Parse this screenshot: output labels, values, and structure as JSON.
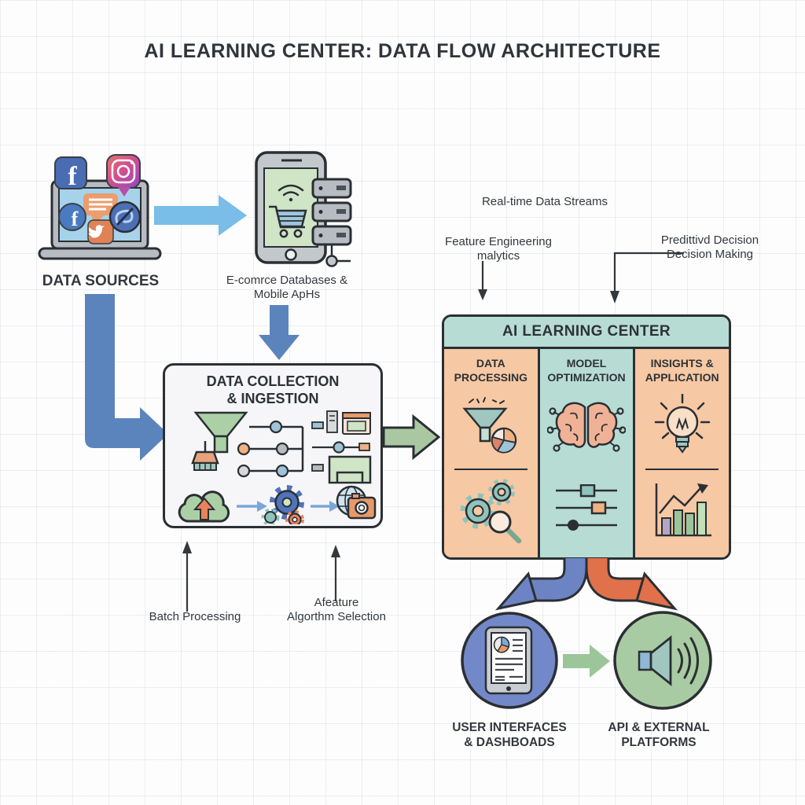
{
  "title": "AI LEARNING CENTER: DATA FLOW ARCHITECTURE",
  "sources": {
    "label": "DATA SOURCES"
  },
  "ecommerce": {
    "line1": "E-comrce Databases &",
    "line2": "Mobile ApHs"
  },
  "collection": {
    "line1": "DATA COLLECTION",
    "line2": "& INGESTION"
  },
  "annotations": {
    "realtime": "Real-time Data Streams",
    "feature_line1": "Feature Engineering",
    "feature_line2": "malytics",
    "predictive_line1": "Predittivd Decision",
    "predictive_line2": "Decision Making",
    "batch": "Batch Processing",
    "algo_line1": "Afeature",
    "algo_line2": "Algorthm Selection"
  },
  "ai_center": {
    "title": "AI LEARNING CENTER",
    "columns": [
      {
        "line1": "DATA",
        "line2": "PROCESSING"
      },
      {
        "line1": "MODEL",
        "line2": "OPTIMIZATION"
      },
      {
        "line1": "INSIGHTS &",
        "line2": "APPLICATION"
      }
    ]
  },
  "outputs": {
    "ui_line1": "USER INTERFACES",
    "ui_line2": "& DASHBOADS",
    "api_line1": "API & EXTERNAL",
    "api_line2": "PLATFORMS"
  },
  "icons": {
    "facebook_letter": "f",
    "names": [
      "laptop-icon",
      "facebook-icon",
      "instagram-icon",
      "chat-bubble-icon",
      "twitter-icon",
      "messenger-icon",
      "smartphone-icon",
      "shopping-cart-icon",
      "wifi-icon",
      "server-stack-icon",
      "funnel-icon",
      "broom-icon",
      "flow-nodes-icon",
      "data-widgets-icon",
      "cloud-upload-icon",
      "gears-icon",
      "globe-camera-icon",
      "funnel-pie-icon",
      "brain-network-icon",
      "lightbulb-icon",
      "gears-magnifier-icon",
      "sliders-icon",
      "bar-chart-icon",
      "dashboard-tablet-icon",
      "speaker-icon"
    ]
  },
  "colors": {
    "outline": "#2b2f33",
    "peach": "#f6c8a4",
    "teal": "#b7dcd4",
    "light_blue_arrow": "#79bde8",
    "steel_blue_arrow": "#5b84bd",
    "green_arrow": "#a9c7a1",
    "blue_circle": "#7288c9",
    "green_circle": "#a9cba3",
    "blue_pipe": "#6c84c4",
    "orange_pipe": "#e0714b"
  }
}
